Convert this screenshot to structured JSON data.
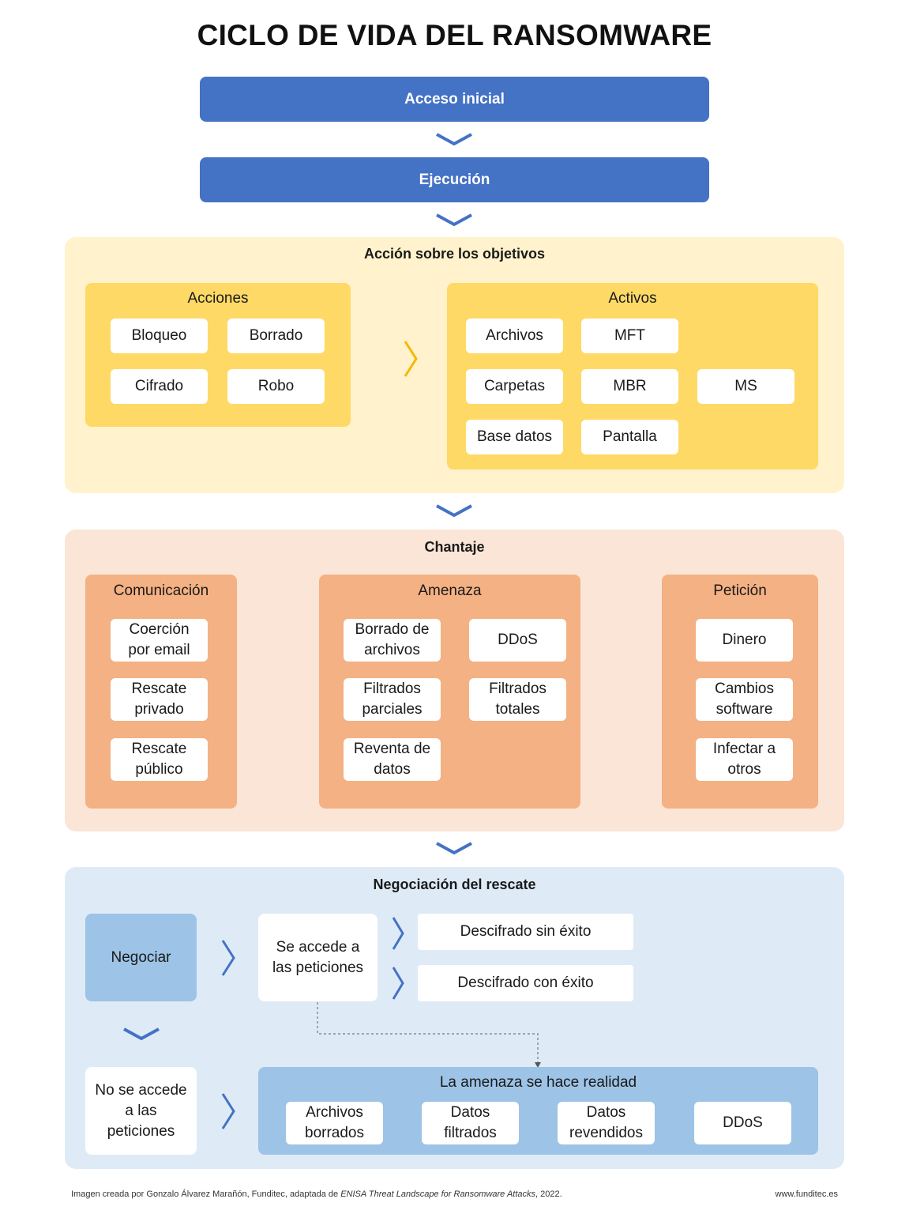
{
  "title": "CICLO DE VIDA DEL RANSOMWARE",
  "steps": {
    "acceso": "Acceso inicial",
    "ejecucion": "Ejecución"
  },
  "accion": {
    "title": "Acción sobre los objetivos",
    "acciones": {
      "title": "Acciones",
      "items": [
        "Bloqueo",
        "Borrado",
        "Cifrado",
        "Robo"
      ]
    },
    "activos": {
      "title": "Activos",
      "items": [
        "Archivos",
        "MFT",
        "Carpetas",
        "MBR",
        "MS",
        "Base datos",
        "Pantalla"
      ]
    }
  },
  "chantaje": {
    "title": "Chantaje",
    "comunicacion": {
      "title": "Comunicación",
      "items": [
        "Coerción\npor email",
        "Rescate\nprivado",
        "Rescate\npúblico"
      ]
    },
    "amenaza": {
      "title": "Amenaza",
      "items": [
        "Borrado de\narchivos",
        "DDoS",
        "Filtrados\nparciales",
        "Filtrados\ntotales",
        "Reventa de\ndatos"
      ]
    },
    "peticion": {
      "title": "Petición",
      "items": [
        "Dinero",
        "Cambios\nsoftware",
        "Infectar a\notros"
      ]
    }
  },
  "negociacion": {
    "title": "Negociación del rescate",
    "negociar": "Negociar",
    "se_accede": "Se accede a\nlas peticiones",
    "sin_exito": "Descifrado sin éxito",
    "con_exito": "Descifrado con éxito",
    "no_accede": "No se accede\na las\npeticiones",
    "realidad": {
      "title": "La amenaza se hace realidad",
      "items": [
        "Archivos\nborrados",
        "Datos\nfiltrados",
        "Datos\nrevendidos",
        "DDoS"
      ]
    }
  },
  "footer": {
    "credit_prefix": "Imagen creada por Gonzalo Álvarez Marañón, Funditec, adaptada de ",
    "credit_italic": "ENISA Threat Landscape for Ransomware Attacks",
    "credit_suffix": ", 2022.",
    "url": "www.funditec.es"
  },
  "colors": {
    "blue_step": "#4472c4",
    "yellow_section": "#fff2cc",
    "yellow_panel": "#ffd966",
    "orange_section": "#fbe5d6",
    "orange_panel": "#f4b183",
    "blue_section": "#deebf7",
    "blue_panel": "#9dc3e6",
    "chevron": "#4472c4",
    "chevron_yellow": "#f5b800"
  }
}
